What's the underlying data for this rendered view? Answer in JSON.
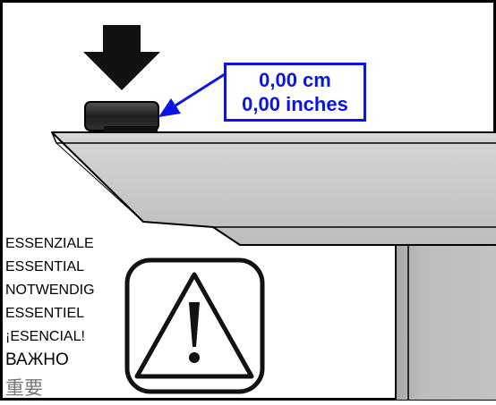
{
  "callout": {
    "line1": "0,00 cm",
    "line2": "0,00 inches"
  },
  "warning_words": [
    "ESSENZIALE",
    "ESSENTIAL",
    "NOTWENDIG",
    "ESSENTIEL",
    "¡ESENCIAL!",
    "ВАЖНО",
    "重要"
  ],
  "icons": {
    "arrow": "down-arrow-icon",
    "warning": "warning-triangle-icon"
  },
  "colors": {
    "callout": "#0a14e6",
    "surface": "#c9c9c9",
    "frame": "#000000"
  }
}
